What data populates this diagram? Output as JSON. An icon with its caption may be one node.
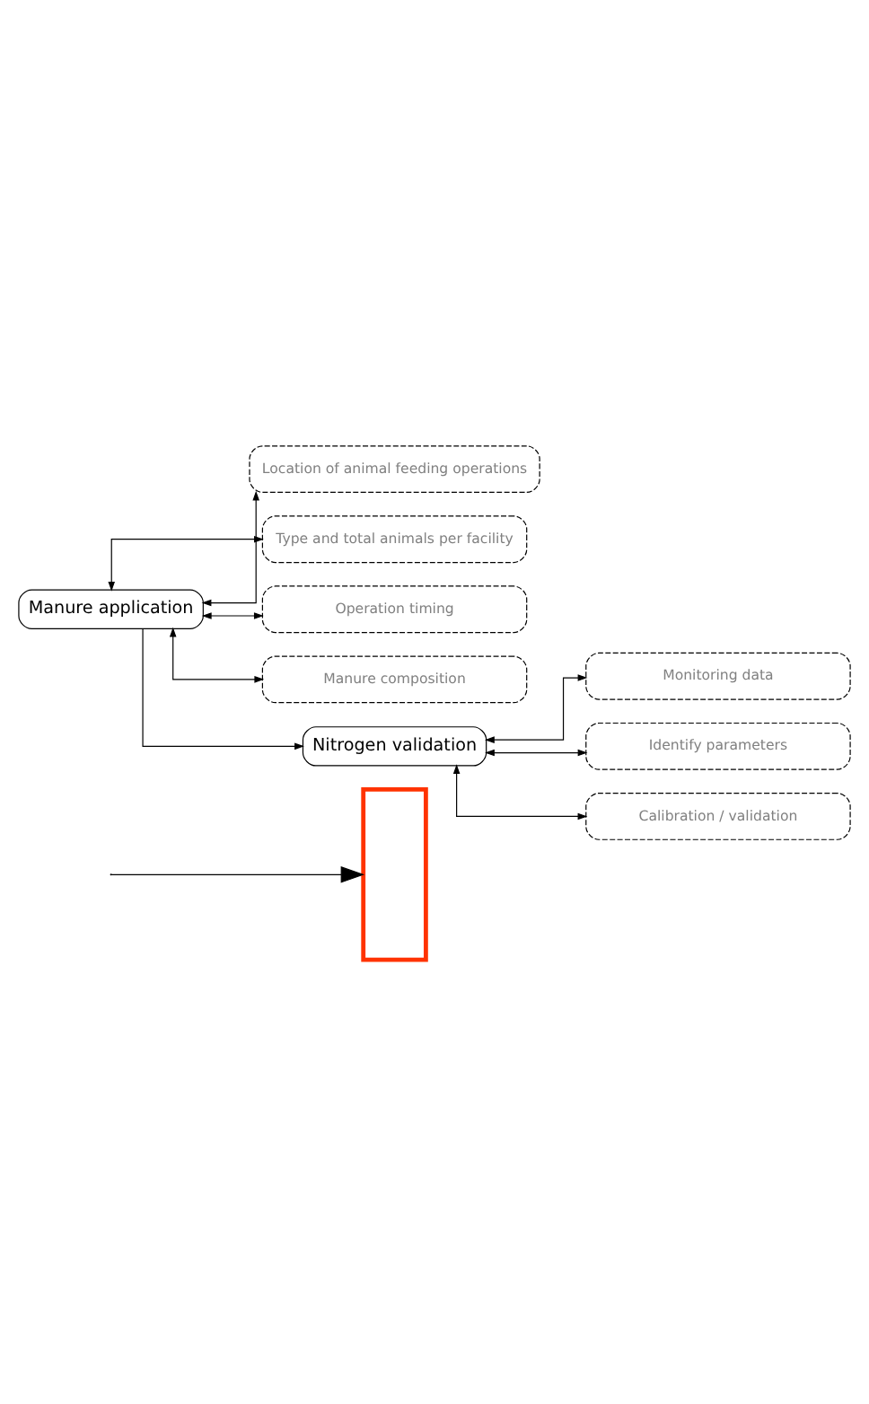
{
  "diagram": {
    "nodes": [
      {
        "text": [],
        "shape": "box"
      },
      {
        "text": [
          "Manure application"
        ]
      },
      {
        "text": [
          "Location of animal feeding operations"
        ]
      },
      {
        "text": [
          "Type and total animals per facility"
        ]
      },
      {
        "text": [
          "Operation timing"
        ]
      },
      {
        "text": [
          "Manure composition"
        ]
      },
      {
        "text": [
          "Nitrogen validation"
        ]
      },
      {
        "text": [
          "Monitoring data"
        ]
      },
      {
        "text": [
          "Identify parameters"
        ]
      },
      {
        "text": [
          "Calibration / validation"
        ]
      }
    ],
    "edges": [
      {
        "from": null,
        "to": 0,
        "arrow": "to"
      },
      {
        "from": 1,
        "to": 6,
        "arrow": "to"
      },
      {
        "from": 1,
        "to": 2,
        "arrow": "both"
      },
      {
        "from": 1,
        "to": 3,
        "arrow": "both"
      },
      {
        "from": 1,
        "to": 4,
        "arrow": "both"
      },
      {
        "from": 1,
        "to": 5,
        "arrow": "both"
      },
      {
        "from": 6,
        "to": 7,
        "arrow": "both"
      },
      {
        "from": 6,
        "to": 8,
        "arrow": "both"
      },
      {
        "from": 6,
        "to": 9,
        "arrow": "both"
      }
    ]
  }
}
